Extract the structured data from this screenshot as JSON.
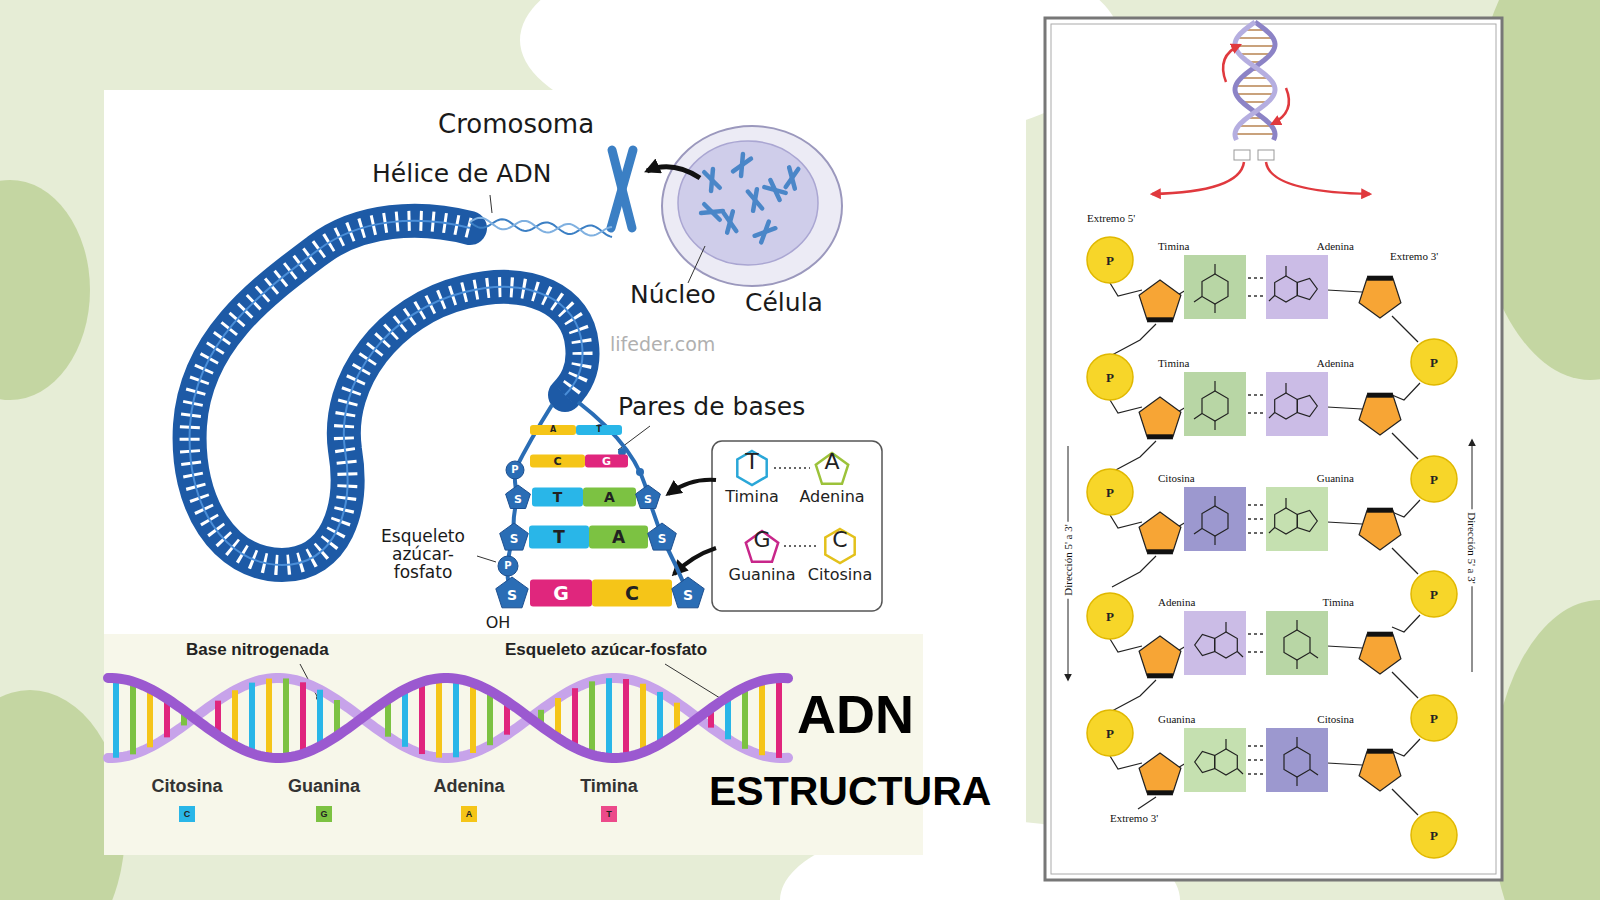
{
  "diagram": {
    "nodes": [
      {
        "text": [
          "T",
          "Timina"
        ]
      },
      {
        "text": [
          "A",
          "Adenina"
        ]
      },
      {
        "text": [
          "G",
          "Guanina"
        ]
      },
      {
        "text": [
          "C",
          "Citosina"
        ]
      },
      {
        "text": [
          "Timina"
        ]
      },
      {
        "text": [
          "Adenina"
        ]
      },
      {
        "text": [
          "Timina"
        ]
      },
      {
        "text": [
          "Adenina"
        ]
      },
      {
        "text": [
          "Citosina"
        ]
      },
      {
        "text": [
          "Guanina"
        ]
      },
      {
        "text": [
          "Adenina"
        ]
      },
      {
        "text": [
          "Timina"
        ]
      },
      {
        "text": [
          "Guanina"
        ]
      },
      {
        "text": [
          "Citosina"
        ]
      }
    ],
    "edges": [
      {
        "from": 0,
        "to": 1,
        "arrow": "none"
      },
      {
        "from": 2,
        "to": 3,
        "arrow": "none"
      },
      {
        "from": 4,
        "to": 5,
        "arrow": "none"
      },
      {
        "from": 6,
        "to": 7,
        "arrow": "none"
      },
      {
        "from": 8,
        "to": 9,
        "arrow": "none"
      },
      {
        "from": 10,
        "to": 11,
        "arrow": "none"
      },
      {
        "from": 12,
        "to": 13,
        "arrow": "none"
      }
    ],
    "labels": [
      "Cromosoma",
      "Hélice de ADN",
      "Núcleo",
      "Célula",
      "lifeder.com",
      "Pares de bases",
      "Esqueleto azúcar-fosfato",
      "OH",
      "A",
      "T",
      "C",
      "G",
      "T",
      "A",
      "T",
      "A",
      "G",
      "C",
      "S",
      "S",
      "S",
      "S",
      "S",
      "S",
      "P",
      "P",
      "Base nitrogenada",
      "Esqueleto azúcar-fosfato",
      "C",
      "G",
      "A",
      "T",
      "ADN",
      "ESTRUCTURA",
      "Extremo 5'",
      "Extremo 3'",
      "Extremo 3'",
      "Dirección 5' a 3'",
      "Dirección 5' a 3'",
      "P",
      "P",
      "P",
      "P",
      "P",
      "P",
      "P",
      "P",
      "P",
      "P"
    ],
    "legend": [
      {
        "text": "Citosina",
        "color": "#29b6e8"
      },
      {
        "text": "Guanina",
        "color": "#7cc242"
      },
      {
        "text": "Adenina",
        "color": "#f5c518"
      },
      {
        "text": "Timina",
        "color": "#ec4a8a"
      }
    ]
  }
}
